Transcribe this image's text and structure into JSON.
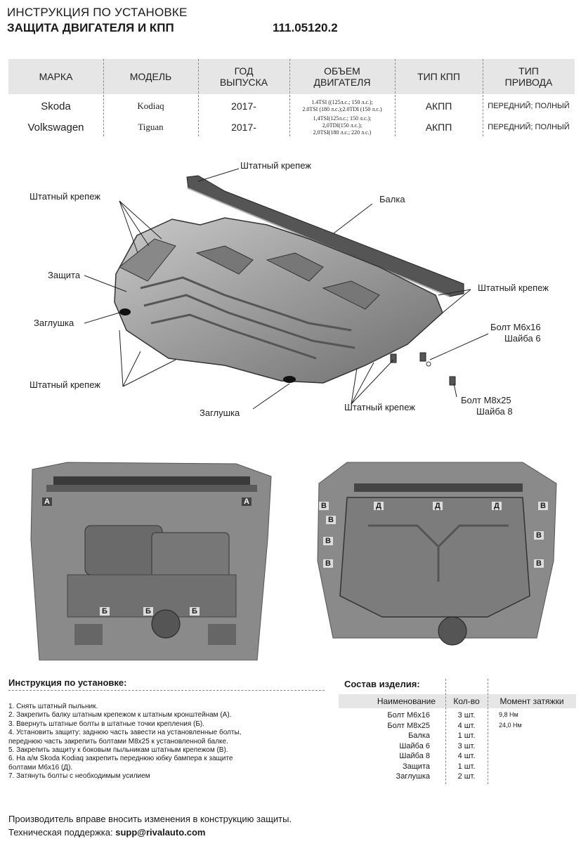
{
  "header": {
    "line1": "ИНСТРУКЦИЯ ПО УСТАНОВКЕ",
    "line2": "ЗАЩИТА ДВИГАТЕЛЯ И КПП",
    "code": "111.05120.2"
  },
  "vehicle_table": {
    "headers": [
      "МАРКА",
      "МОДЕЛЬ",
      "ГОД\nВЫПУСКА",
      "ОБЪЕМ\nДВИГАТЕЛЯ",
      "ТИП КПП",
      "ТИП\nПРИВОДА"
    ],
    "rows": [
      {
        "brand": "Skoda",
        "model": "Kodiaq",
        "year": "2017-",
        "engine": [
          "1.4TSI ((125л.с.; 150 л.с.);",
          "2.0TSI (180 л.с.);2.0TDI (150 л.с.)"
        ],
        "gearbox": "АКПП",
        "drive": "ПЕРЕДНИЙ; ПОЛНЫЙ"
      },
      {
        "brand": "Volkswagen",
        "model": "Tiguan",
        "year": "2017-",
        "engine": [
          "1,4TSI(125л.с.; 150 л.с.);",
          "2,0TDI(150 л.с.);",
          "2,0TSI(180 л.с.; 220 л.с.)"
        ],
        "gearbox": "АКПП",
        "drive": "ПЕРЕДНИЙ; ПОЛНЫЙ"
      }
    ]
  },
  "diagram_labels": {
    "std_fastener_top": "Штатный крепеж",
    "std_fastener_left": "Штатный крепеж",
    "beam": "Балка",
    "guard": "Защита",
    "plug_left": "Заглушка",
    "std_fastener_right": "Штатный крепеж",
    "bolt_m6": "Болт М6х16",
    "washer_6": "Шайба 6",
    "std_fastener_bottom_left": "Штатный крепеж",
    "std_fastener_bottom_right": "Штатный крепеж",
    "bolt_m8": "Болт М8х25",
    "washer_8": "Шайба 8",
    "plug_bottom": "Заглушка"
  },
  "photo_markers": {
    "a": "А",
    "b": "Б",
    "v": "В",
    "d": "Д"
  },
  "instructions": {
    "title": "Инструкция по установке:",
    "steps": [
      "1. Снять штатный пыльник.",
      "2. Закрепить балку штатным крепежом к штатным кронштейнам (А).",
      "3. Ввернуть штатные болты в штатные точки крепления (Б).",
      "4. Установить защиту: заднюю часть завести на установленные болты,",
      "переднюю часть закрепить болтами М8х25 к установленной балке.",
      "5. Закрепить защиту к боковым пыльникам штатным крепежом (В).",
      "6. На а/м Skoda Kodiaq закрепить переднюю юбку бампера к защите",
      "болтами М6х16 (Д).",
      "7. Затянуть болты с необходимым усилием"
    ]
  },
  "composition": {
    "title": "Состав изделия:",
    "headers": [
      "Наименование",
      "Кол-во",
      "Момент затяжки"
    ],
    "rows": [
      {
        "name": "Болт М6х16",
        "qty": "3 шт.",
        "torque": "9,8 Нм"
      },
      {
        "name": "Болт М8х25",
        "qty": "4 шт.",
        "torque": "24,0 Нм"
      },
      {
        "name": "Балка",
        "qty": "1 шт.",
        "torque": ""
      },
      {
        "name": "Шайба 6",
        "qty": "3 шт.",
        "torque": ""
      },
      {
        "name": "Шайба 8",
        "qty": "4 шт.",
        "torque": ""
      },
      {
        "name": "Защита",
        "qty": "1 шт.",
        "torque": ""
      },
      {
        "name": "Заглушка",
        "qty": "2 шт.",
        "torque": ""
      }
    ]
  },
  "footer": {
    "note": "Производитель вправе вносить изменения в конструкцию защиты.",
    "support_label": "Техническая поддержка:",
    "support_email": "supp@rivalauto.com"
  }
}
